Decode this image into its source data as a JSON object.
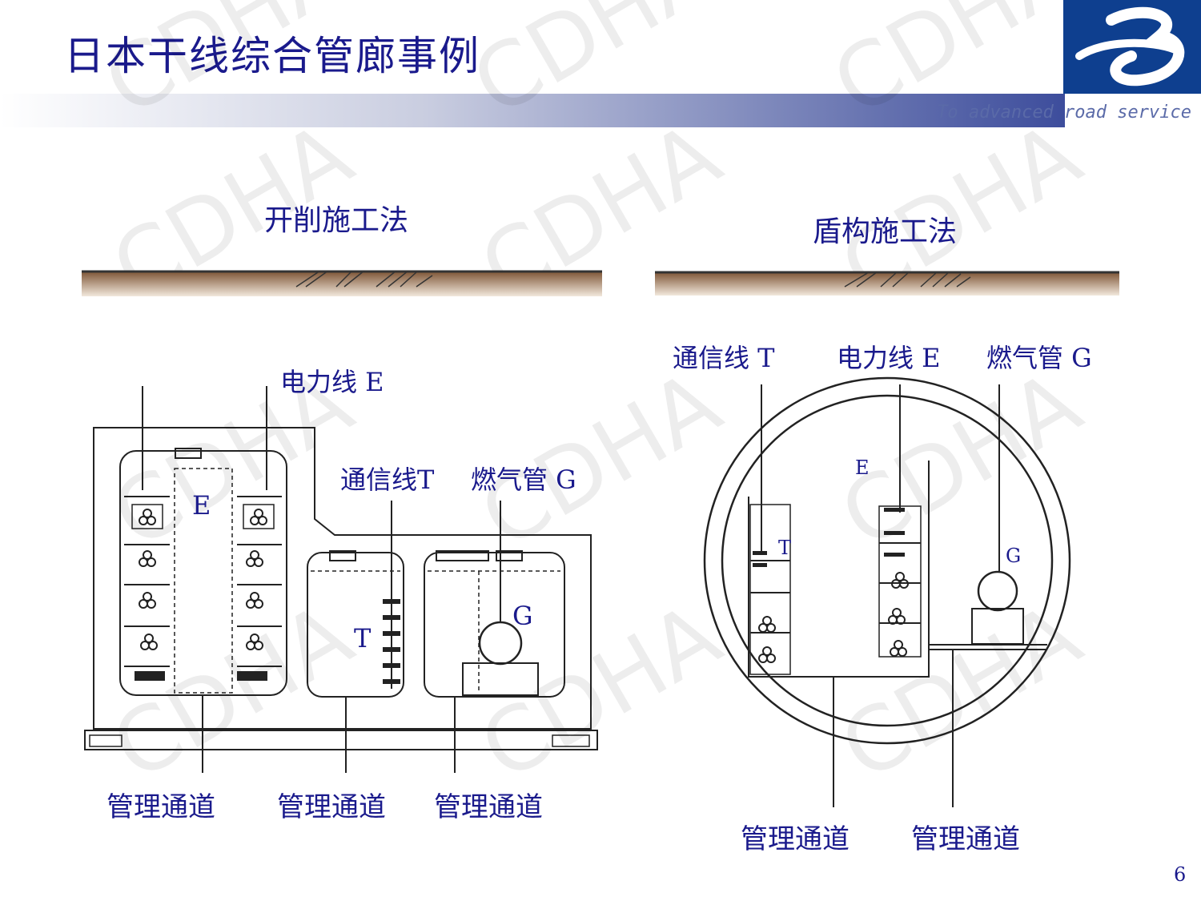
{
  "header": {
    "title": "日本干线综合管廊事例",
    "slogan": "To advanced road service"
  },
  "watermark": "CDHA",
  "page_number": "6",
  "left": {
    "subtitle": "开削施工法",
    "label_power": "电力线 E",
    "label_comm": "通信线T",
    "label_gas": "燃气管 G",
    "tag_e": "E",
    "tag_t": "T",
    "tag_g": "G",
    "passage_1": "管理通道",
    "passage_2": "管理通道",
    "passage_3": "管理通道"
  },
  "right": {
    "subtitle": "盾构施工法",
    "label_comm": "通信线 T",
    "label_power": "电力线 E",
    "label_gas": "燃气管 G",
    "tag_e": "E",
    "tag_t": "T",
    "tag_g": "G",
    "passage_1": "管理通道",
    "passage_2": "管理通道"
  },
  "colors": {
    "title": "#1a1a8c",
    "logo_bg": "#0e3f8f",
    "ground": "#a07850"
  }
}
